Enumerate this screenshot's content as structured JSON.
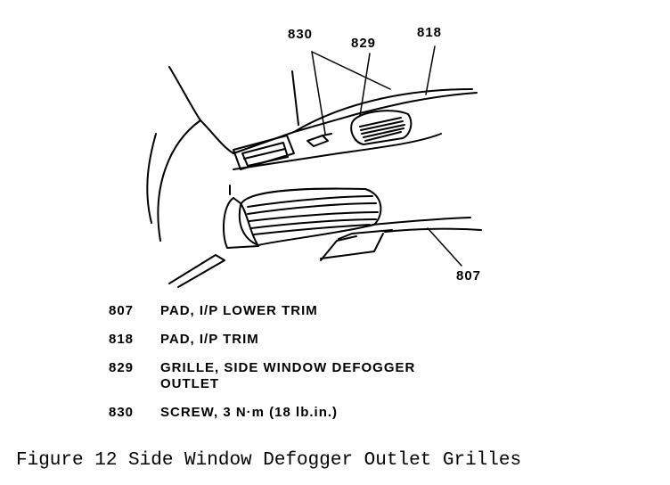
{
  "callouts": {
    "c830": "830",
    "c829": "829",
    "c818": "818",
    "c807": "807"
  },
  "legend": [
    {
      "number": "807",
      "description": "PAD, I/P LOWER TRIM"
    },
    {
      "number": "818",
      "description": "PAD, I/P TRIM"
    },
    {
      "number": "829",
      "description": "GRILLE, SIDE WINDOW DEFOGGER\nOUTLET"
    },
    {
      "number": "830",
      "description": "SCREW, 3 N·m (18 lb.in.)"
    }
  ],
  "caption": "Figure 12 Side Window Defogger Outlet Grilles"
}
